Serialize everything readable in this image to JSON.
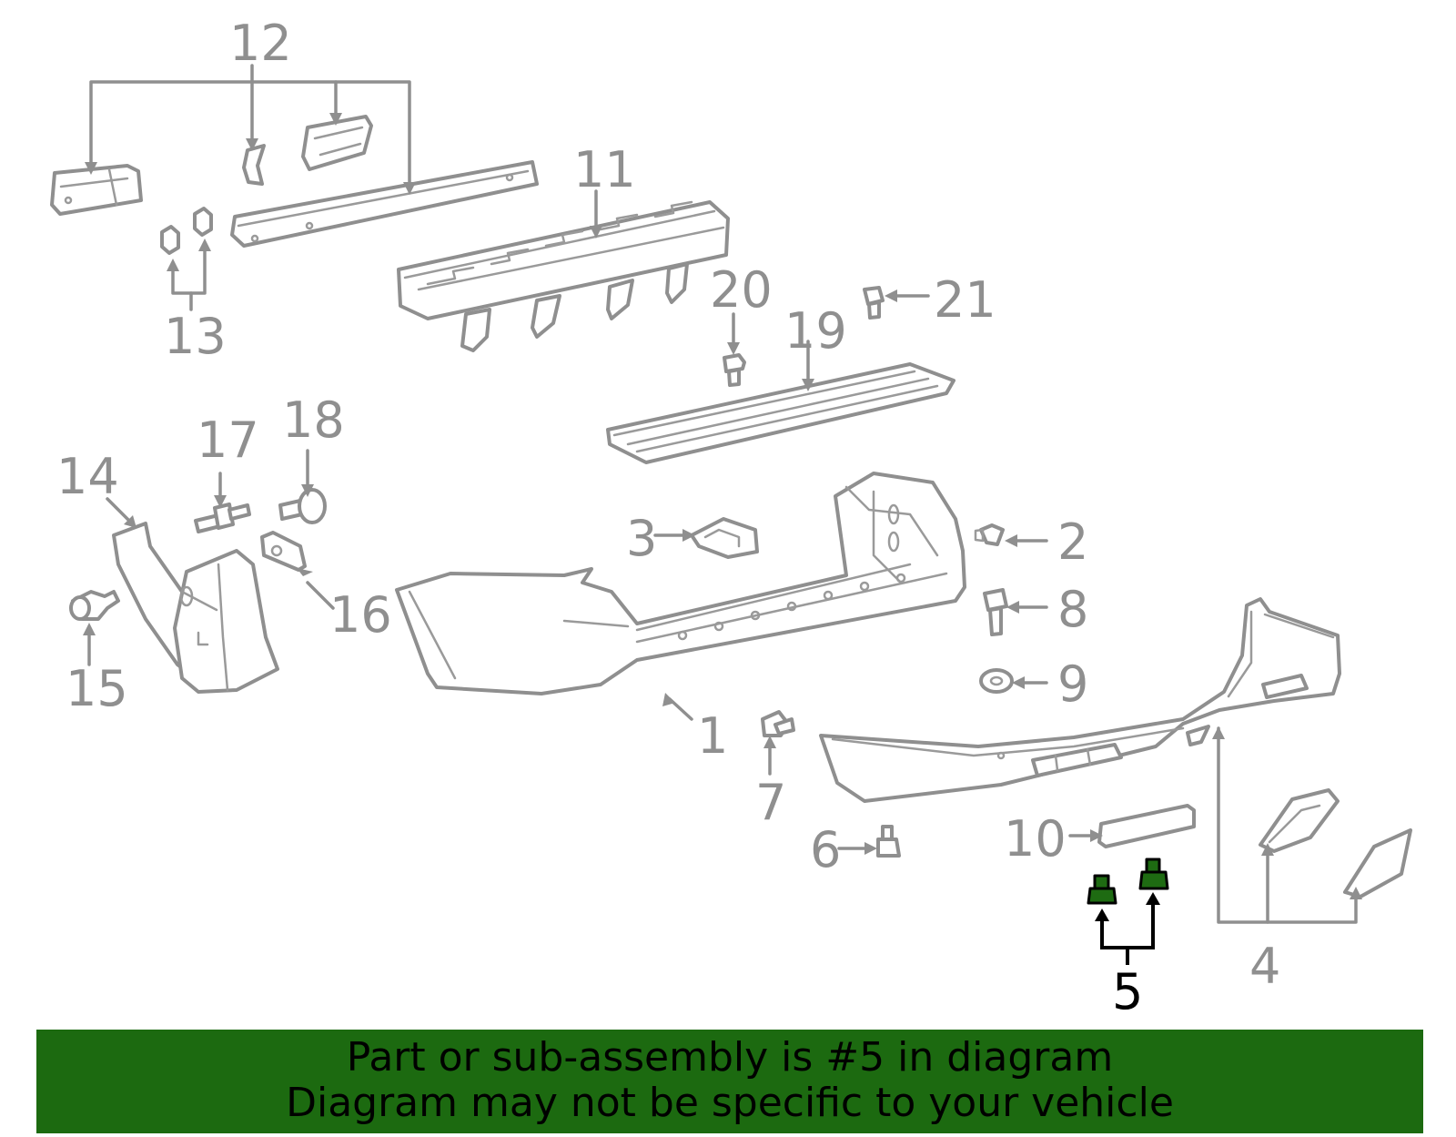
{
  "callouts": {
    "c1": "1",
    "c2": "2",
    "c3": "3",
    "c4": "4",
    "c5": "5",
    "c6": "6",
    "c7": "7",
    "c8": "8",
    "c9": "9",
    "c10": "10",
    "c11": "11",
    "c12": "12",
    "c13": "13",
    "c14": "14",
    "c15": "15",
    "c16": "16",
    "c17": "17",
    "c18": "18",
    "c19": "19",
    "c20": "20",
    "c21": "21"
  },
  "highlighted_part": "5",
  "banner": {
    "line1": "Part or sub-assembly is #5 in diagram",
    "line2": "Diagram may not be specific to your vehicle"
  },
  "colors": {
    "banner_bg": "#1c6a10",
    "part_stroke": "#8f8f8f",
    "highlight_fill": "#1e6b12"
  }
}
